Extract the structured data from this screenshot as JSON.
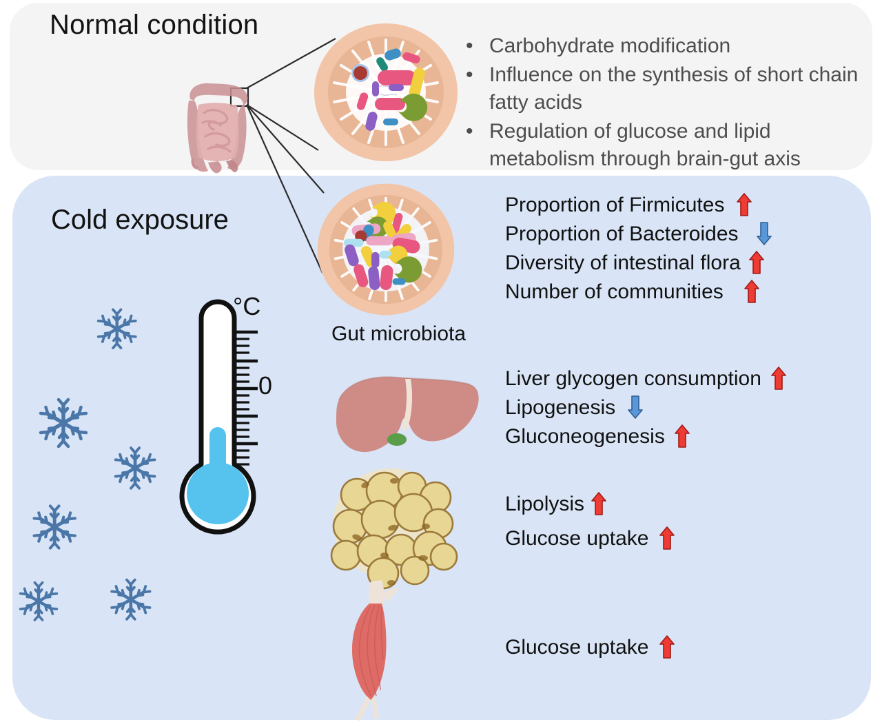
{
  "panels": {
    "normal": {
      "title": "Normal condition",
      "bullet_marker": "•",
      "bullets": [
        "Carbohydrate modification",
        "Influence on the synthesis of short chain fatty acids",
        "Regulation of glucose and lipid metabolism through brain-gut axis"
      ],
      "background_color": "#f4f4f4",
      "text_color": "#4d4d4d"
    },
    "cold": {
      "title": "Cold exposure",
      "background_color": "#d9e5f6"
    }
  },
  "thermometer": {
    "unit_label": "°C",
    "zero_label": "0",
    "mercury_color": "#56c3ef",
    "outline_color": "#111111"
  },
  "gut": {
    "caption": "Gut microbiota"
  },
  "arrows": {
    "up_color": "#ee3b33",
    "up_stroke": "#9e1b16",
    "down_color": "#5a97d8",
    "down_stroke": "#2f5f94"
  },
  "microbiota_effects": [
    {
      "label": "Proportion of Firmicutes",
      "arrow": "up",
      "gap": 18
    },
    {
      "label": "Proportion of Bacteroides",
      "arrow": "down",
      "gap": 26
    },
    {
      "label": "Diversity of intestinal flora",
      "arrow": "up",
      "gap": 12
    },
    {
      "label": "Number of communities",
      "arrow": "up",
      "gap": 30
    }
  ],
  "liver_effects": [
    {
      "label": "Liver glycogen consumption",
      "arrow": "up",
      "gap": 14
    },
    {
      "label": "Lipogenesis",
      "arrow": "down",
      "gap": 18
    },
    {
      "label": "Gluconeogenesis",
      "arrow": "up",
      "gap": 14
    }
  ],
  "adipose_effects": [
    {
      "label": "Lipolysis",
      "arrow": "up",
      "gap": 10
    },
    {
      "label": "Glucose uptake",
      "arrow": "up",
      "gap": 16
    }
  ],
  "muscle_effects": [
    {
      "label": "Glucose uptake",
      "arrow": "up",
      "gap": 16
    }
  ],
  "illustrations": {
    "intestine": "intestine-illustration",
    "microbiota_normal": "gut-microbiota-circle-normal",
    "microbiota_cold": "gut-microbiota-circle-cold",
    "liver": "liver-illustration",
    "adipose": "adipose-tissue-illustration",
    "muscle": "skeletal-muscle-illustration",
    "snowflake_count": 6
  }
}
